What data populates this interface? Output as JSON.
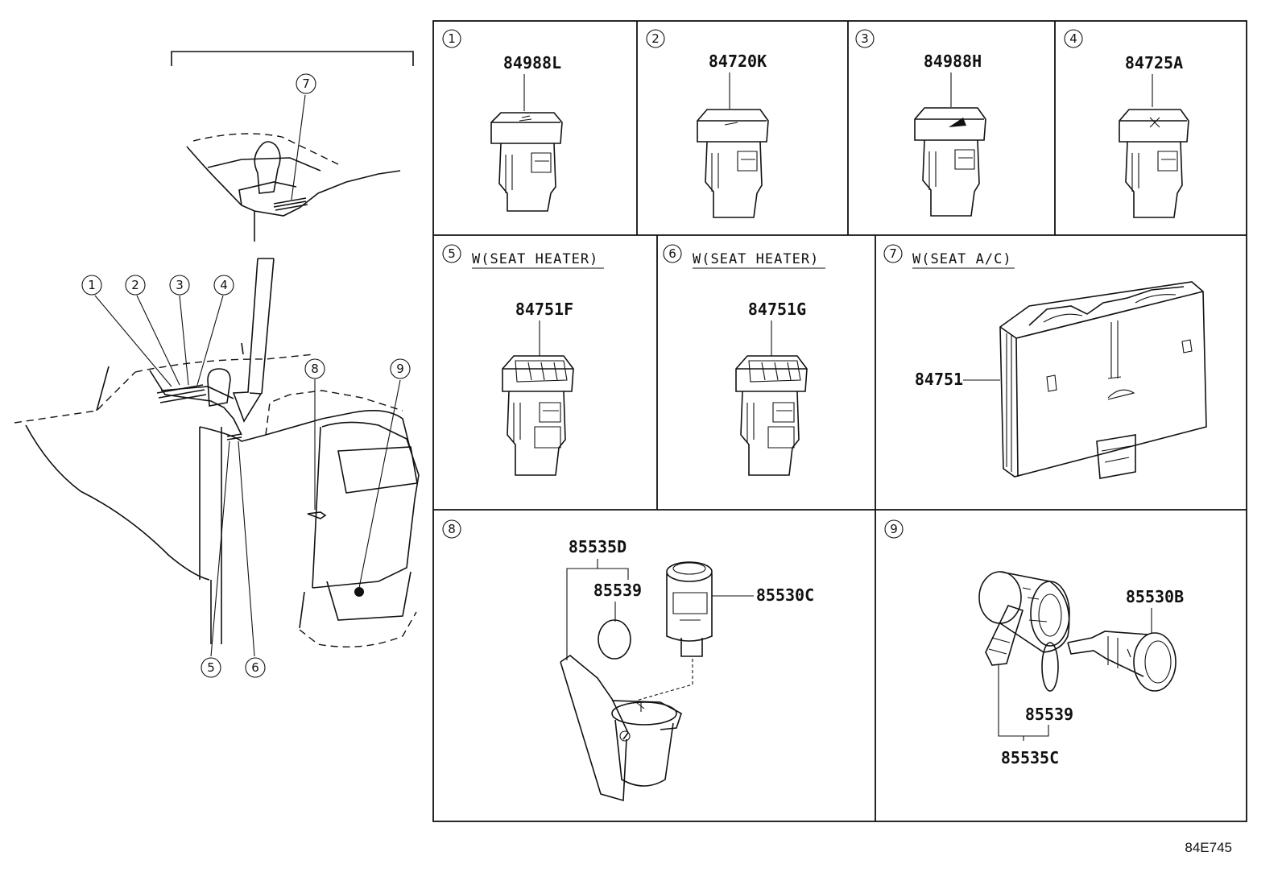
{
  "panels": [
    {
      "number": "1",
      "part": "84988L",
      "note": ""
    },
    {
      "number": "2",
      "part": "84720K",
      "note": ""
    },
    {
      "number": "3",
      "part": "84988H",
      "note": ""
    },
    {
      "number": "4",
      "part": "84725A",
      "note": ""
    },
    {
      "number": "5",
      "part": "84751F",
      "note": "W(SEAT HEATER)"
    },
    {
      "number": "6",
      "part": "84751G",
      "note": "W(SEAT HEATER)"
    },
    {
      "number": "7",
      "part": "84751",
      "note": "W(SEAT A/C)"
    },
    {
      "number": "8",
      "parts": [
        "85535D",
        "85539",
        "85530C"
      ]
    },
    {
      "number": "9",
      "parts": [
        "85530B",
        "85539",
        "85535C"
      ]
    }
  ],
  "overview_callouts": [
    "1",
    "2",
    "3",
    "4",
    "5",
    "6",
    "7",
    "8",
    "9"
  ],
  "diagram_code": "84E745"
}
